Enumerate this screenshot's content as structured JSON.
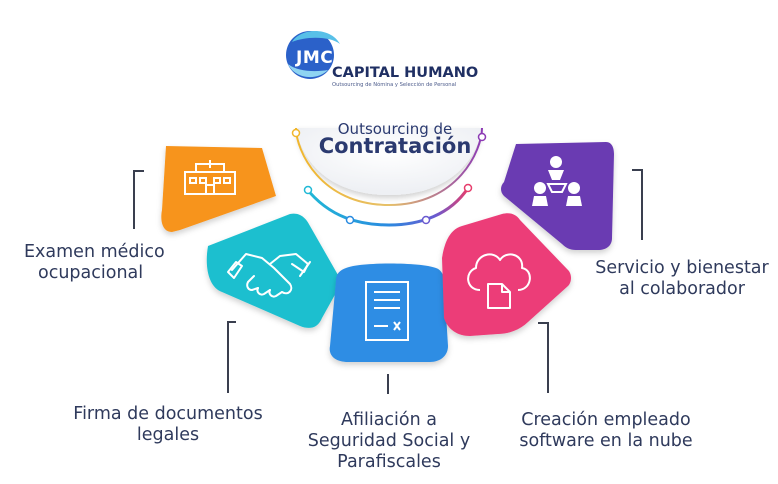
{
  "logo": {
    "mark": "JMC",
    "title": "CAPITAL HUMANO",
    "subtitle": "Outsourcing de Nómina y Selección de Personal"
  },
  "center": {
    "line1": "Outsourcing de",
    "line2": "Contratación"
  },
  "items": [
    {
      "line1": "Examen médico",
      "line2": "ocupacional",
      "icon": "hospital-icon",
      "color": "#f7941d"
    },
    {
      "line1": "Firma de documentos",
      "line2": "legales",
      "icon": "handshake-icon",
      "color": "#1fbfcf"
    },
    {
      "line1": "Afiliación a",
      "line2": "Seguridad Social y",
      "line3": "Parafiscales",
      "icon": "document-icon",
      "color": "#2f8de4"
    },
    {
      "line1": "Creación empleado",
      "line2": "software en la nube",
      "icon": "cloud-file-icon",
      "color": "#ec3d78"
    },
    {
      "line1": "Servicio y bienestar",
      "line2": "al colaborador",
      "icon": "team-icon",
      "color": "#6a3ab2"
    }
  ],
  "colors": {
    "text": "#2f3a5c",
    "title": "#2b3a70",
    "connector": "#3a3f4f",
    "arc_gold": "#f1b62b",
    "arc_blue": "#2a8be0",
    "arc_pink": "#e63d6c",
    "arc_purple": "#7d3ab0"
  }
}
